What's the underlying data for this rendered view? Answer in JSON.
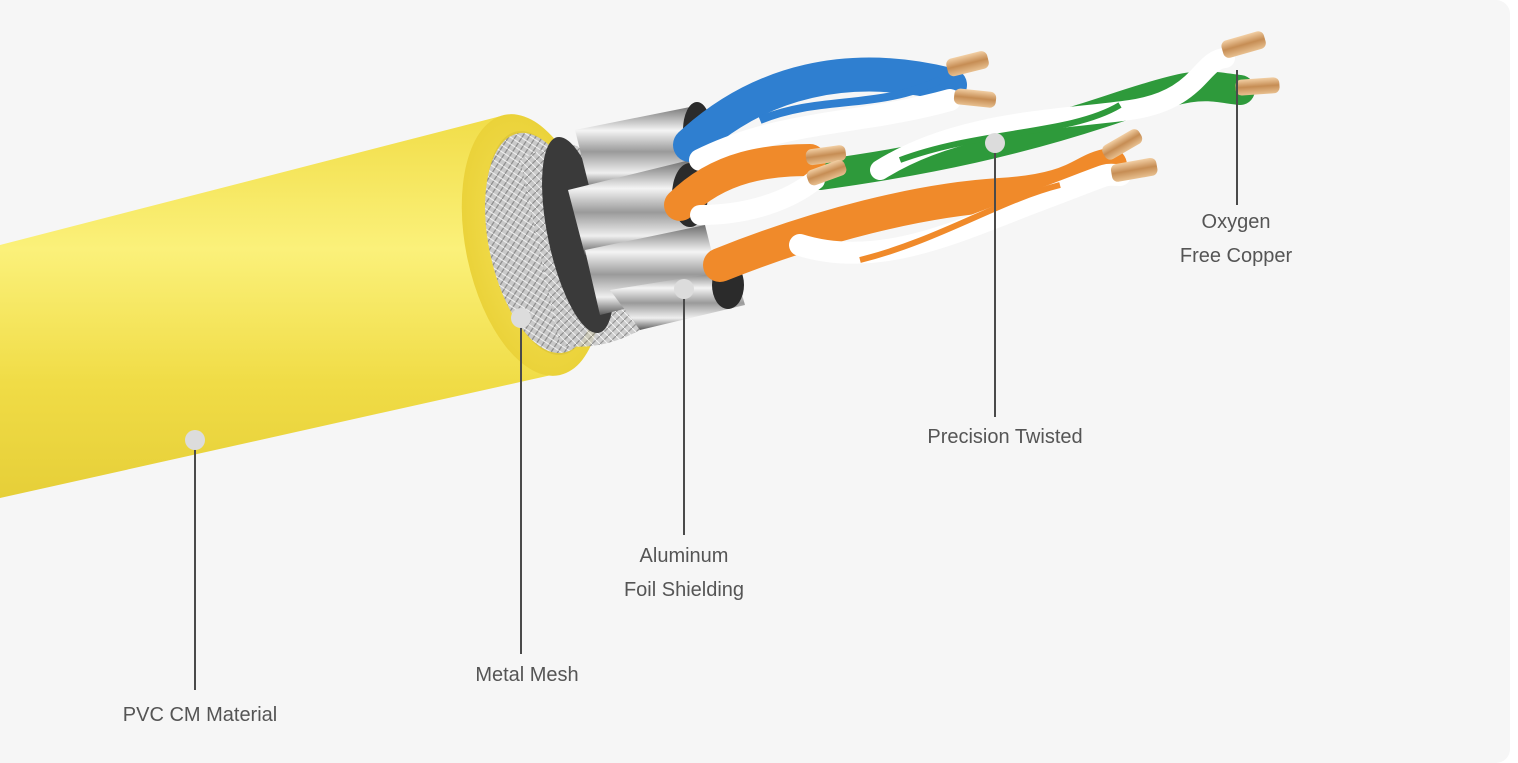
{
  "labels": {
    "pvc": "PVC CM Material",
    "mesh": "Metal Mesh",
    "foil_line1": "Aluminum",
    "foil_line2": "Foil Shielding",
    "twisted": "Precision Twisted",
    "copper_line1": "Oxygen",
    "copper_line2": "Free Copper"
  },
  "colors": {
    "jacket": "#f3e34a",
    "blue": "#2f7fd0",
    "orange": "#f08a2a",
    "green": "#2e9a3b",
    "white": "#ffffff",
    "copper": "#d8a772",
    "leader": "#4a4a4a",
    "marker": "#d9d9d9"
  }
}
